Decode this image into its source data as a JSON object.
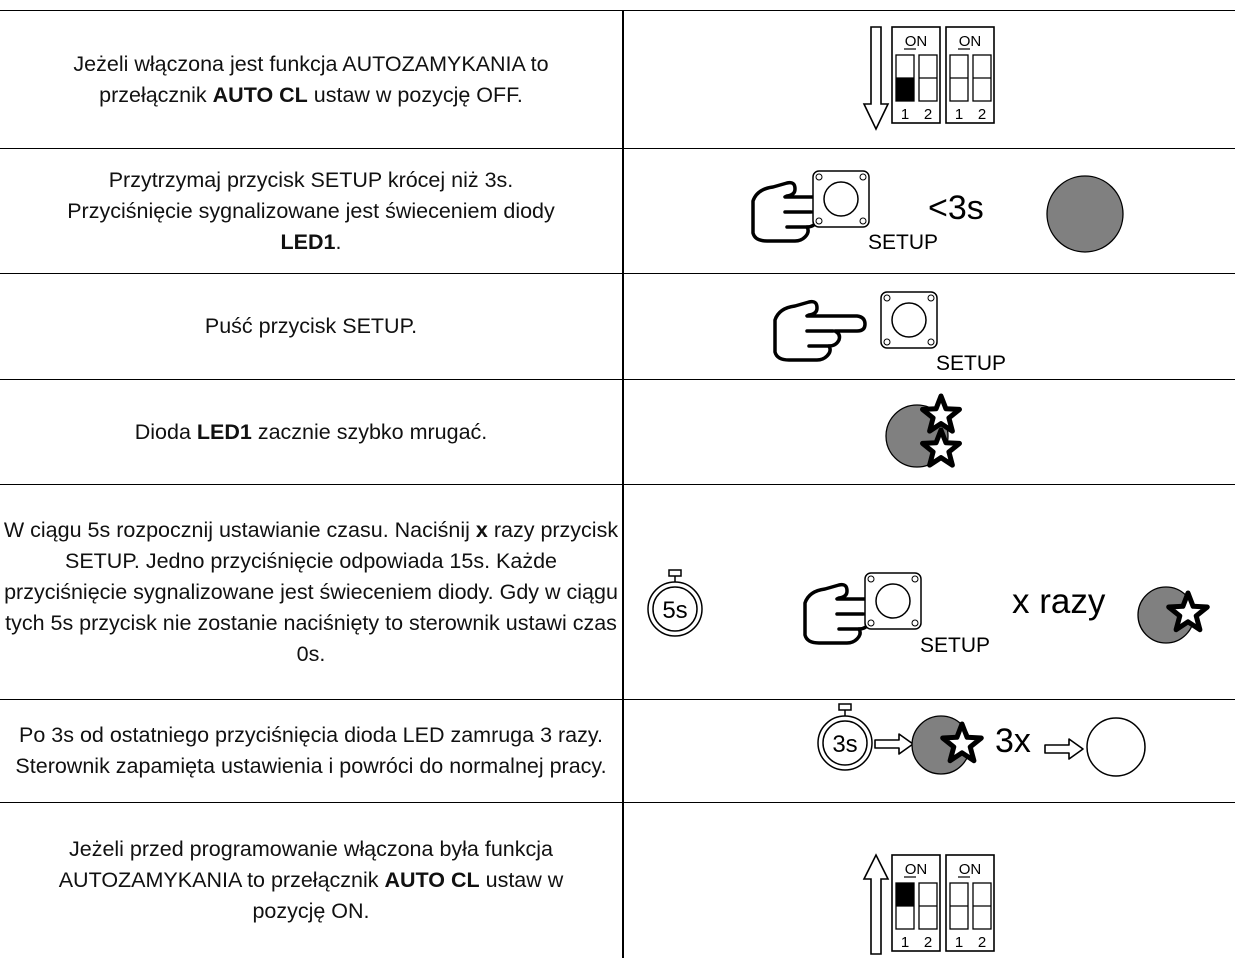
{
  "rows": [
    {
      "text_a": "Jeżeli włączona jest funkcja AUTOZAMYKANIA to przełącznik ",
      "bold_a": "AUTO CL",
      "text_b": " ustaw w pozycję OFF.",
      "switch_on_label": "ON",
      "switch_num_1": "1",
      "switch_num_2": "2",
      "icon": "arrow-down-icon"
    },
    {
      "text_a": "Przytrzymaj przycisk SETUP krócej niż 3s. Przyciśnięcie sygnalizowane jest świeceniem diody ",
      "bold_a": "LED1",
      "text_b": ".",
      "setup_label": "SETUP",
      "time_label": "<3s"
    },
    {
      "text_a": "Puść przycisk SETUP.",
      "setup_label": "SETUP"
    },
    {
      "text_a": "Dioda ",
      "bold_a": "LED1",
      "text_b": " zacznie szybko mrugać."
    },
    {
      "text_a": "W ciągu 5s rozpocznij ustawianie czasu. Naciśnij ",
      "bold_a": "x",
      "text_b": " razy przycisk SETUP. Jedno przyciśnięcie odpowiada 15s. Każde przyciśnięcie sygnalizowane jest świeceniem diody. Gdy w ciągu tych 5s przycisk nie zostanie naciśnięty to sterownik ustawi czas 0s.",
      "timer_label": "5s",
      "setup_label": "SETUP",
      "times_label": "x razy"
    },
    {
      "text_a": "Po 3s od ostatniego przyciśnięcia dioda LED zamruga 3 razy. Sterownik zapamięta ustawienia i powróci do normalnej pracy.",
      "timer_label": "3s",
      "count_label": "3x"
    },
    {
      "text_a": "Jeżeli przed programowanie włączona była funkcja AUTOZAMYKANIA to przełącznik ",
      "bold_a": "AUTO CL",
      "text_b": " ustaw w pozycję ON.",
      "switch_on_label": "ON",
      "switch_num_1": "1",
      "switch_num_2": "2",
      "icon": "arrow-up-icon"
    }
  ],
  "colors": {
    "led": "#808080",
    "line": "#000000",
    "star": "#000000"
  }
}
